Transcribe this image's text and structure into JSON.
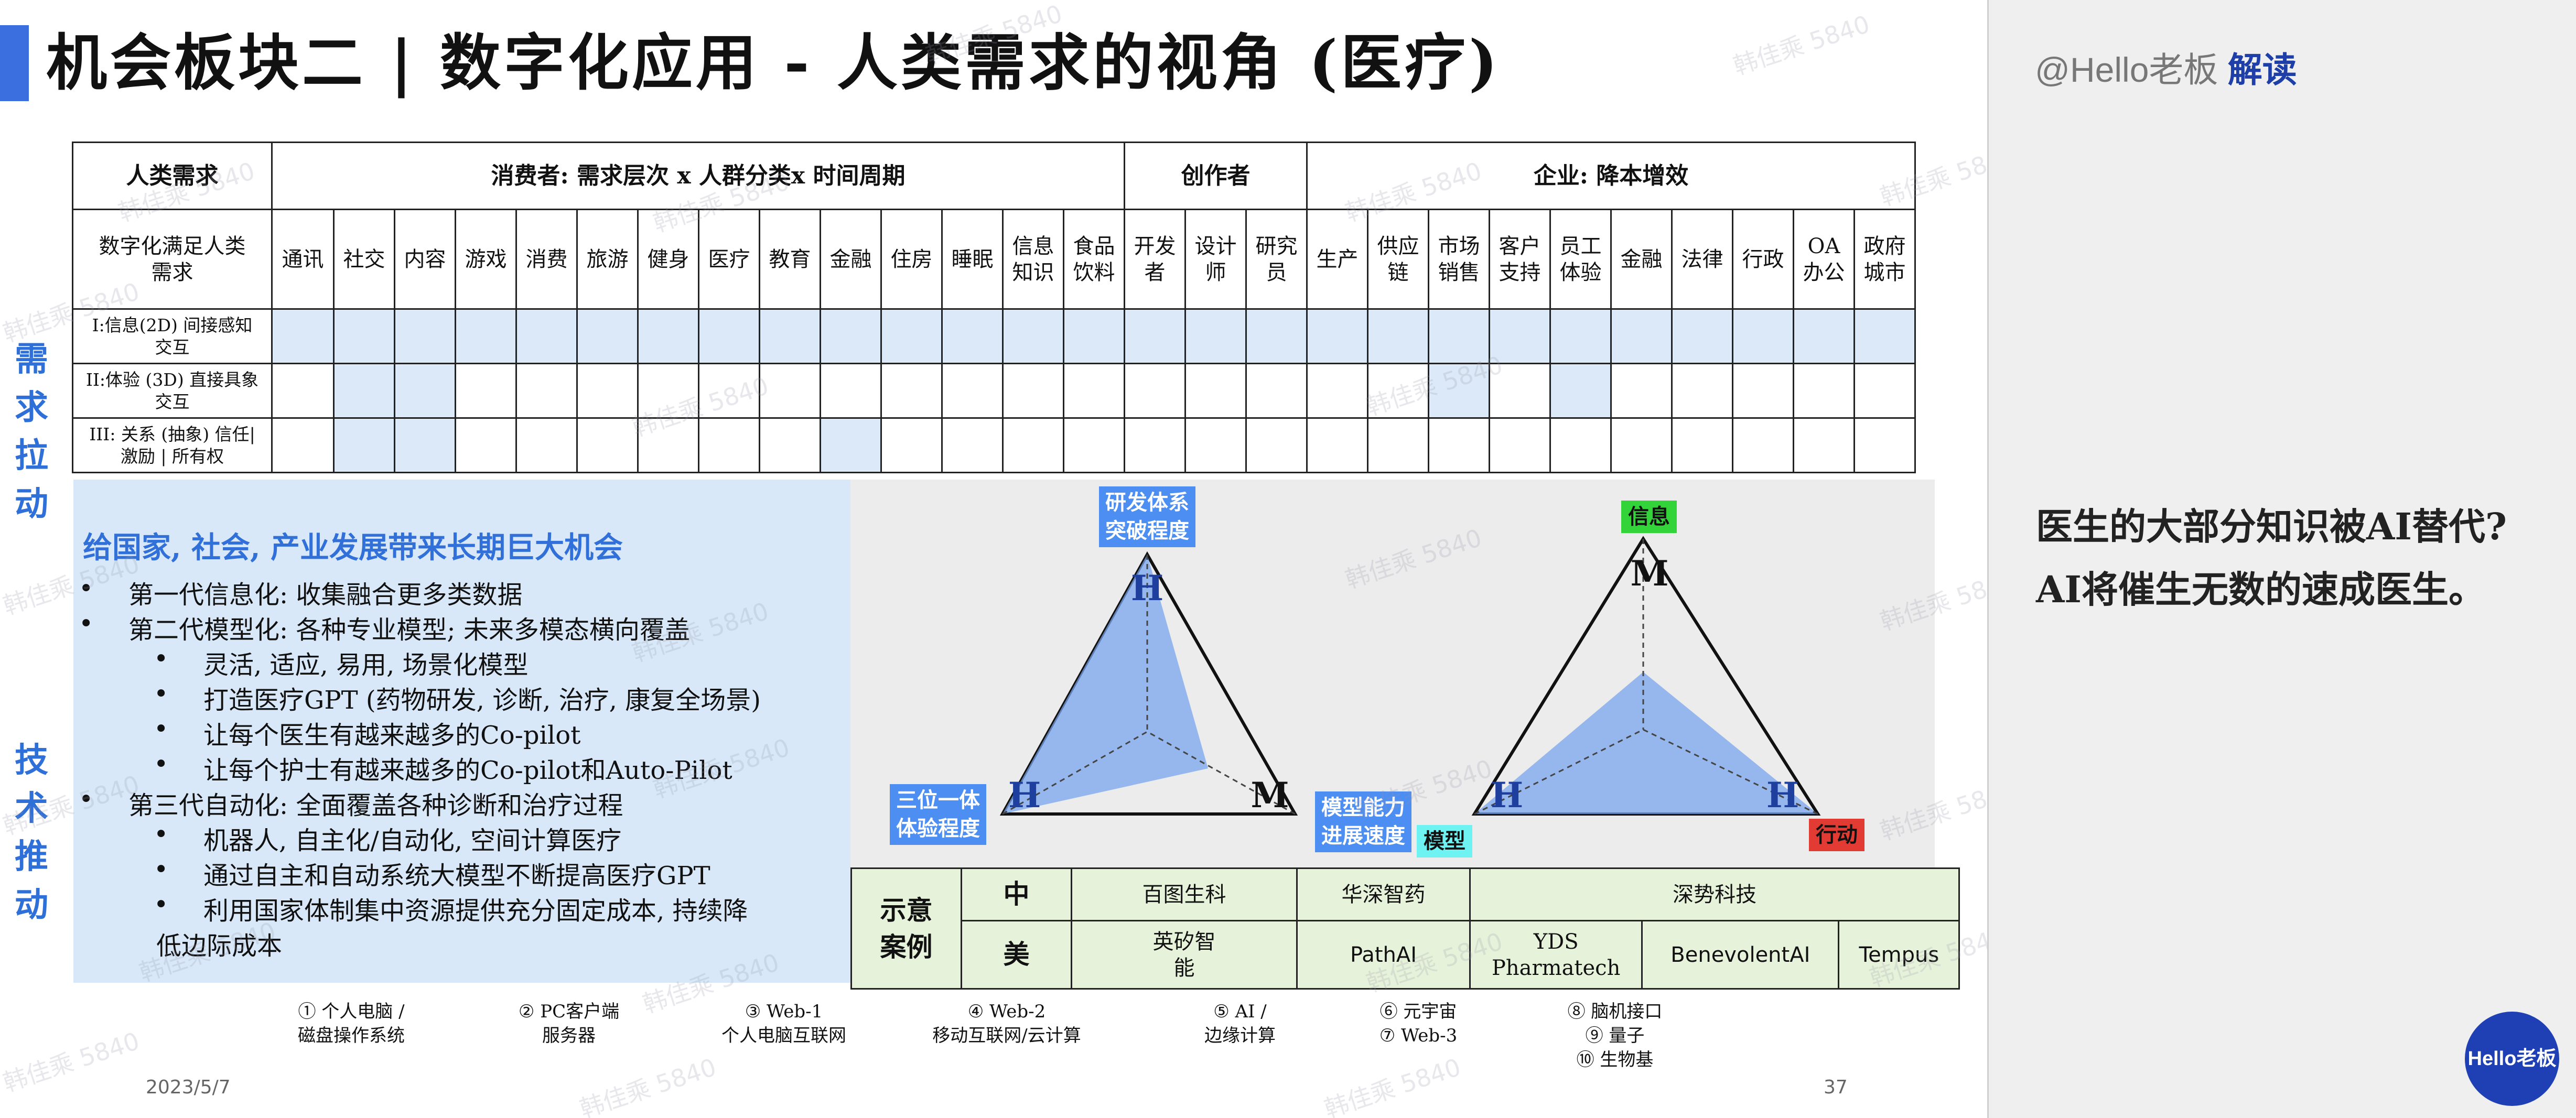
{
  "slide": {
    "title": "机会板块二 | 数字化应用 - 人类需求的视角 (医疗)",
    "date": "2023/5/7",
    "page": "37",
    "watermark": "韩佳乘 5840"
  },
  "table": {
    "corner": "人类需求",
    "consumer_header": "消费者:  需求层次  x  人群分类x  时间周期",
    "creator_header": "创作者",
    "enterprise_header": "企业:  降本增效",
    "row_header": "数字化满足人类需求",
    "columns": [
      "通讯",
      "社交",
      "内容",
      "游戏",
      "消费",
      "旅游",
      "健身",
      "医疗",
      "教育",
      "金融",
      "住房",
      "睡眠",
      "信息知识",
      "食品饮料",
      "开发者",
      "设计师",
      "研究员",
      "生产",
      "供应链",
      "市场销售",
      "客户支持",
      "员工体验",
      "金融",
      "法律",
      "行政",
      "OA办公",
      "政府城市"
    ],
    "rows": [
      {
        "label": "I:信息(2D) 间接感知交互"
      },
      {
        "label": "II:体验 (3D) 直接具象交互"
      },
      {
        "label": "III: 关系 (抽象) 信任|激励 | 所有权"
      }
    ]
  },
  "side_labels": {
    "demand": "需求拉动",
    "tech": "技术推动"
  },
  "panel": {
    "title": "给国家, 社会, 产业发展带来长期巨大机会",
    "bullets": [
      {
        "level": 1,
        "text": "第一代信息化:  收集融合更多类数据"
      },
      {
        "level": 1,
        "text": "第二代模型化:  各种专业模型;  未来多模态横向覆盖"
      },
      {
        "level": 2,
        "text": "灵活,  适应,  易用,  场景化模型"
      },
      {
        "level": 2,
        "text": "打造医疗GPT  (药物研发,  诊断,  治疗,  康复全场景)"
      },
      {
        "level": 2,
        "text": "让每个医生有越来越多的Co-pilot"
      },
      {
        "level": 2,
        "text": "让每个护士有越来越多的Co-pilot和Auto-Pilot"
      },
      {
        "level": 1,
        "text": "第三代自动化:  全面覆盖各种诊断和治疗过程"
      },
      {
        "level": 2,
        "text": "机器人,  自主化/自动化,  空间计算医疗"
      },
      {
        "level": 2,
        "text": "通过自主和自动系统大模型不断提高医疗GPT"
      },
      {
        "level": 2,
        "text": "利用国家体制集中资源提供充分固定成本,  持续降"
      },
      {
        "level": 3,
        "text": "低边际成本"
      }
    ]
  },
  "triangles": {
    "left": {
      "tag_top": "研发体系突破程度",
      "tag_left": "三位一体体验程度",
      "tag_right": "模型能力进展速度",
      "vertex_top": "H",
      "vertex_left": "H",
      "vertex_right": "M"
    },
    "right": {
      "tag_top": "信息",
      "tag_left": "模型",
      "tag_right": "行动",
      "vertex_top": "M",
      "vertex_left": "H",
      "vertex_right": "H"
    }
  },
  "cases": {
    "label": "示意案例",
    "china": "中",
    "usa": "美",
    "china_items": [
      "百图生科",
      "华深智药",
      "深势科技"
    ],
    "usa_items": [
      "英矽智能",
      "PathAI",
      "YDS Pharmatech",
      "BenevolentAI",
      "Tempus"
    ]
  },
  "timeline": [
    {
      "text": "① 个人电脑 /\n磁盘操作系统"
    },
    {
      "text": "② PC客户端\n服务器"
    },
    {
      "text": "③ Web-1\n个人电脑互联网"
    },
    {
      "text": "④ Web-2\n移动互联网/云计算"
    },
    {
      "text": "⑤ AI /\n边缘计算"
    },
    {
      "text": "⑥ 元宇宙\n⑦ Web-3"
    },
    {
      "text": "⑧ 脑机接口\n⑨ 量子\n⑩ 生物基"
    }
  ],
  "side_panel": {
    "handle": "@Hello老板",
    "handle_tag": "解读",
    "line1": "医生的大部分知识被AI替代?",
    "line2": "AI将催生无数的速成医生。",
    "logo": "Hello老板"
  },
  "colors": {
    "accent": "#3b6fe0",
    "highlight_cell": "#dbe9f8",
    "panel_bg": "#d8e8f8",
    "tag_blue": "#4c8ef2",
    "tag_green": "#33d43a",
    "tag_cyan": "#6ef2f2",
    "tag_red": "#e23b33",
    "case_bg": "#e7f2da",
    "logo_bg": "#1e40b4"
  }
}
